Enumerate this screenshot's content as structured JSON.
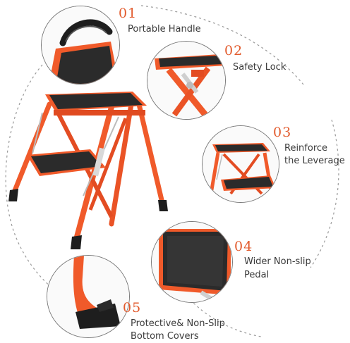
{
  "colors": {
    "accent": "#e25a2c",
    "frame": "#f05a2a",
    "tread": "#2b2b2b",
    "text": "#3a3a3a",
    "dashed": "#9a9a9a"
  },
  "callouts": [
    {
      "number": "01",
      "line1": "Portable Handle",
      "line2": ""
    },
    {
      "number": "02",
      "line1": "Safety Lock",
      "line2": ""
    },
    {
      "number": "03",
      "line1": "Reinforce",
      "line2": "the Leverage"
    },
    {
      "number": "04",
      "line1": "Wider Non-slip",
      "line2": "Pedal"
    },
    {
      "number": "05",
      "line1": "Protective& Non-Slip",
      "line2": "Bottom Covers"
    }
  ],
  "icons": [
    "handle-closeup",
    "safety-lock-closeup",
    "leverage-closeup",
    "pedal-closeup",
    "foot-cover-closeup"
  ]
}
